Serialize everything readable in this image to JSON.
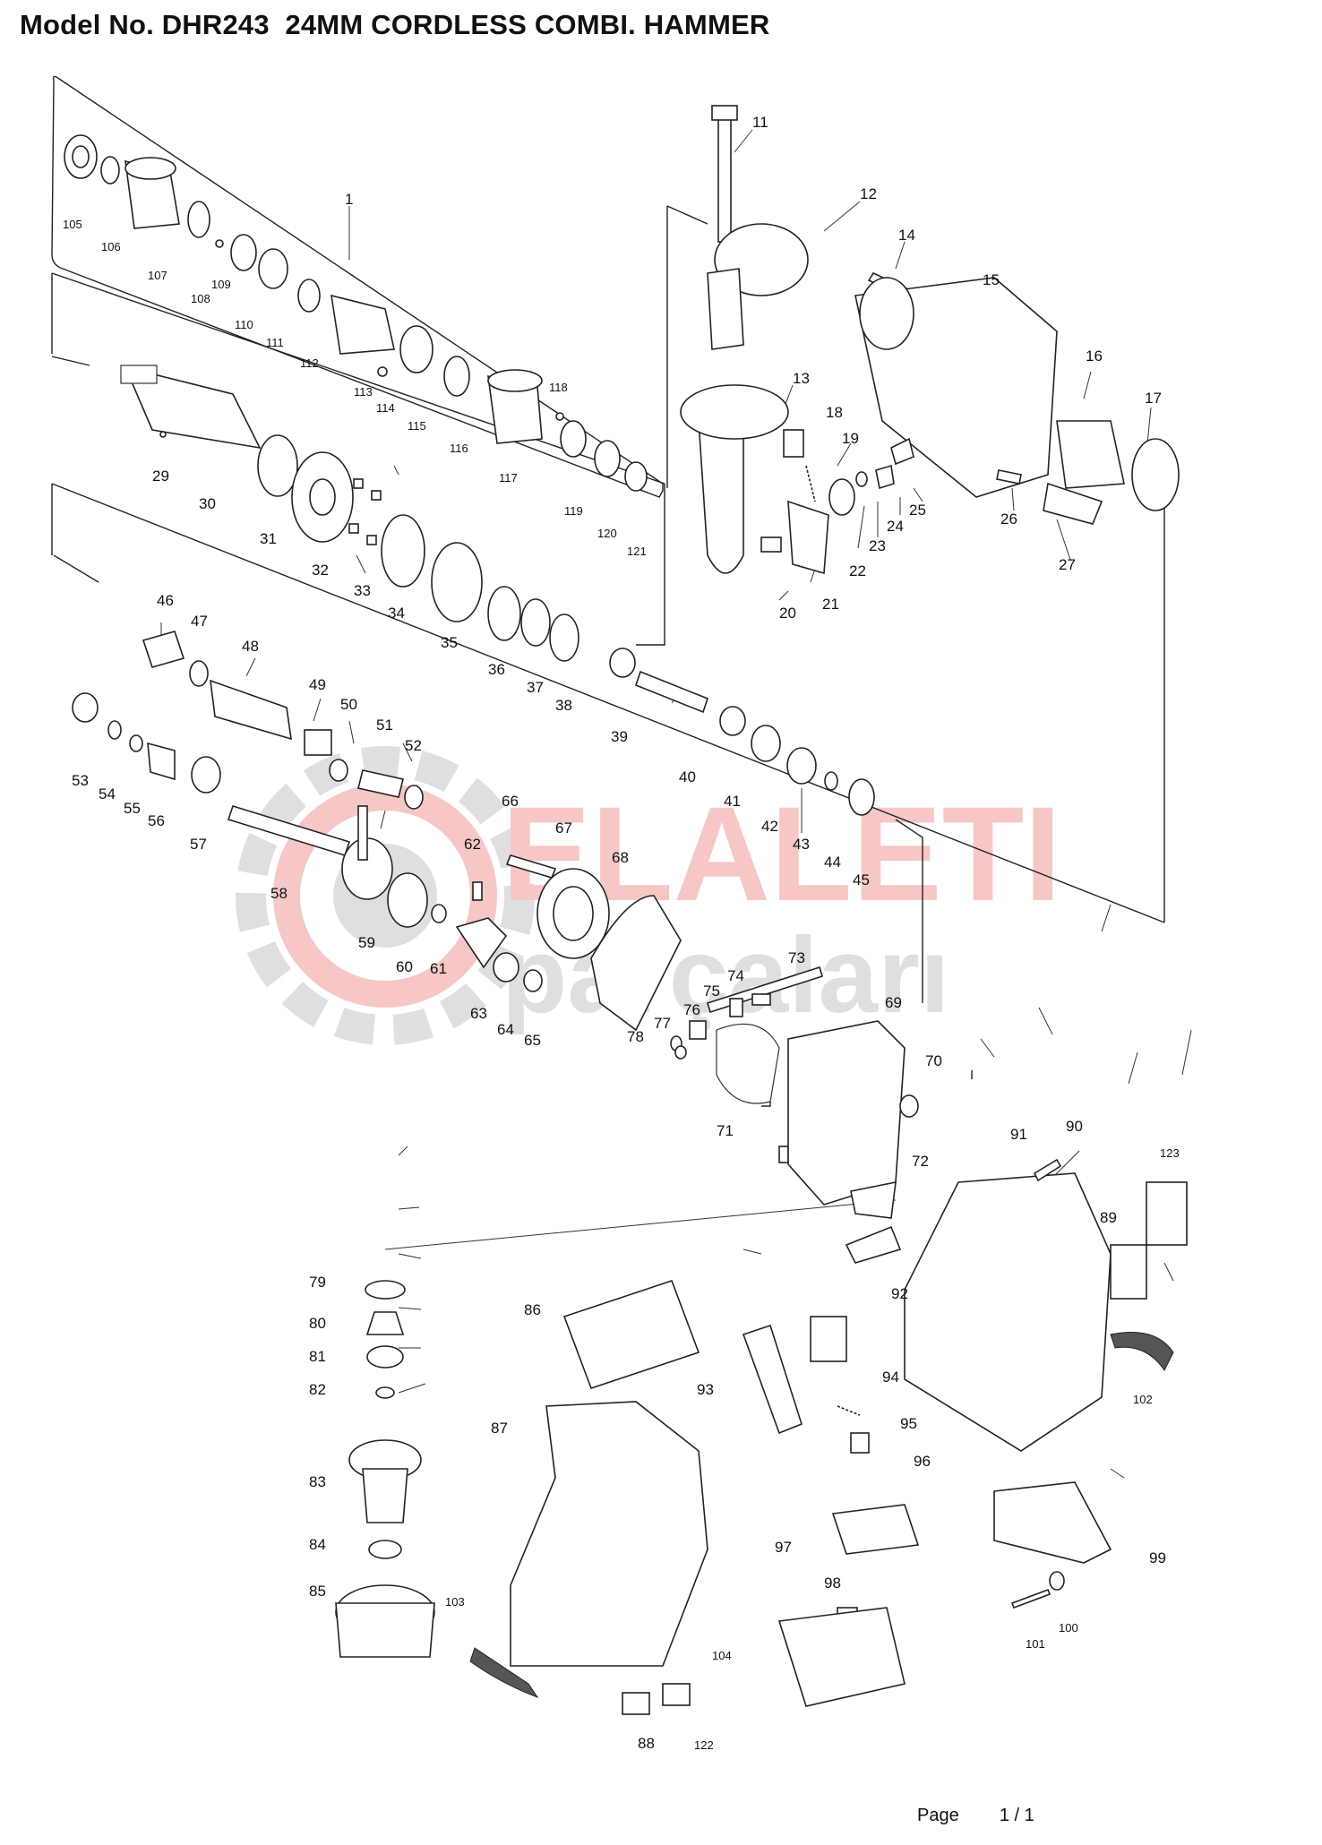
{
  "title": "Model No. DHR243  24MM CORDLESS COMBI. HAMMER",
  "footer": {
    "page_label": "Page",
    "page_value": "1 / 1"
  },
  "watermark": {
    "line1": "ELALETI",
    "line2": "parçaları",
    "brand_red": "#e8534f",
    "brand_gray": "#9e9e9e"
  },
  "part_numbers": {
    "p1": "1",
    "p11": "11",
    "p12": "12",
    "p13": "13",
    "p14": "14",
    "p15": "15",
    "p16": "16",
    "p17": "17",
    "p18": "18",
    "p19": "19",
    "p20": "20",
    "p21": "21",
    "p22": "22",
    "p23": "23",
    "p24": "24",
    "p25": "25",
    "p26": "26",
    "p27": "27",
    "p29": "29",
    "p30": "30",
    "p31": "31",
    "p32": "32",
    "p33": "33",
    "p34": "34",
    "p35": "35",
    "p36": "36",
    "p37": "37",
    "p38": "38",
    "p39": "39",
    "p40": "40",
    "p41": "41",
    "p42": "42",
    "p43": "43",
    "p44": "44",
    "p45": "45",
    "p46": "46",
    "p47": "47",
    "p48": "48",
    "p49": "49",
    "p50": "50",
    "p51": "51",
    "p52": "52",
    "p53": "53",
    "p54": "54",
    "p55": "55",
    "p56": "56",
    "p57": "57",
    "p58": "58",
    "p59": "59",
    "p60": "60",
    "p61": "61",
    "p62": "62",
    "p63": "63",
    "p64": "64",
    "p65": "65",
    "p66": "66",
    "p67": "67",
    "p68": "68",
    "p69": "69",
    "p70": "70",
    "p71": "71",
    "p72": "72",
    "p73": "73",
    "p74": "74",
    "p75": "75",
    "p76": "76",
    "p77": "77",
    "p78": "78",
    "p79": "79",
    "p80": "80",
    "p81": "81",
    "p82": "82",
    "p83": "83",
    "p84": "84",
    "p85": "85",
    "p86": "86",
    "p87": "87",
    "p88": "88",
    "p89": "89",
    "p90": "90",
    "p91": "91",
    "p92": "92",
    "p93": "93",
    "p94": "94",
    "p95": "95",
    "p96": "96",
    "p97": "97",
    "p98": "98",
    "p99": "99",
    "p100": "100",
    "p101": "101",
    "p102": "102",
    "p103": "103",
    "p104": "104",
    "p105": "105",
    "p106": "106",
    "p107": "107",
    "p108": "108",
    "p109": "109",
    "p110": "110",
    "p111": "111",
    "p112": "112",
    "p113": "113",
    "p114": "114",
    "p115": "115",
    "p116": "116",
    "p117": "117",
    "p118": "118",
    "p119": "119",
    "p120": "120",
    "p121": "121",
    "p122": "122",
    "p123": "123"
  }
}
